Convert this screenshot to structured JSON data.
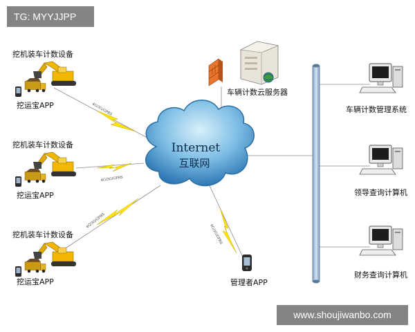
{
  "banners": {
    "top_left": "TG: MYYJJPP",
    "bottom_right": "www.shoujiwanbo.com"
  },
  "cloud": {
    "title": "Internet",
    "subtitle": "互联网"
  },
  "devices": [
    {
      "title": "挖机装车计数设备",
      "app": "挖运宝APP",
      "link": "4G/3G/GPRS"
    },
    {
      "title": "挖机装车计数设备",
      "app": "挖运宝APP",
      "link": "4G/3G/GPRS"
    },
    {
      "title": "挖机装车计数设备",
      "app": "挖运宝APP",
      "link": "4G/3G/GPRS"
    }
  ],
  "server": {
    "label": "车辆计数云服务器"
  },
  "mobile": {
    "label": "管理者APP",
    "link": "4G/3G/GPRS"
  },
  "computers": [
    {
      "label": "车辆计数管理系统"
    },
    {
      "label": "领导查询计算机"
    },
    {
      "label": "财务查询计算机"
    }
  ],
  "colors": {
    "cloud_fill": "#3f8fc9",
    "cloud_highlight": "#bfe3f7",
    "bus_fill": "#a9c4dc",
    "lightning": "#ffe600",
    "excavator": "#f2b705",
    "firewall": "#e9752c",
    "server": "#e8e4d8"
  }
}
